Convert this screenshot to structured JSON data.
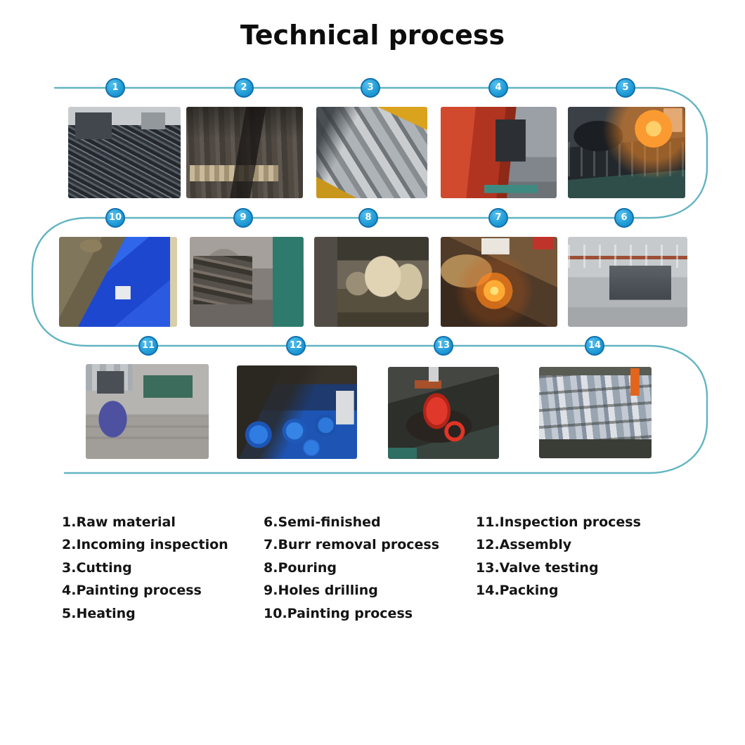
{
  "title": "Technical process",
  "colors": {
    "background": "#ffffff",
    "flow_line": "#62b4c2",
    "step_circle_fill": "#1f9ad5",
    "step_circle_border": "#1170ad",
    "step_number_text": "#ffffff",
    "title_text": "#0d0d0d",
    "legend_text": "#141414"
  },
  "steps": [
    {
      "number": "1",
      "label": "Raw material"
    },
    {
      "number": "2",
      "label": "Incoming inspection"
    },
    {
      "number": "3",
      "label": "Cutting"
    },
    {
      "number": "4",
      "label": "Painting process"
    },
    {
      "number": "5",
      "label": "Heating"
    },
    {
      "number": "6",
      "label": "Semi-finished"
    },
    {
      "number": "7",
      "label": "Burr removal process"
    },
    {
      "number": "8",
      "label": "Pouring"
    },
    {
      "number": "9",
      "label": "Holes drilling"
    },
    {
      "number": "10",
      "label": "Painting process"
    },
    {
      "number": "11",
      "label": "Inspection process"
    },
    {
      "number": "12",
      "label": "Assembly"
    },
    {
      "number": "13",
      "label": "Valve testing"
    },
    {
      "number": "14",
      "label": "Packing"
    }
  ],
  "flow_rows": [
    {
      "direction": "left-to-right",
      "step_numbers": [
        "1",
        "2",
        "3",
        "4",
        "5"
      ]
    },
    {
      "direction": "right-to-left",
      "step_numbers": [
        "10",
        "9",
        "8",
        "7",
        "6"
      ]
    },
    {
      "direction": "left-to-right",
      "step_numbers": [
        "11",
        "12",
        "13",
        "14"
      ]
    }
  ],
  "legend": {
    "columns": [
      {
        "items": [
          "1.Raw material",
          "2.Incoming inspection",
          "3.Cutting",
          "4.Painting process",
          "5.Heating"
        ]
      },
      {
        "items": [
          "6.Semi-finished",
          "7.Burr removal process",
          "8.Pouring",
          "9.Holes drilling",
          "10.Painting process"
        ]
      },
      {
        "items": [
          "11.Inspection process",
          "12.Assembly",
          "13.Valve testing",
          "14.Packing"
        ]
      }
    ]
  }
}
